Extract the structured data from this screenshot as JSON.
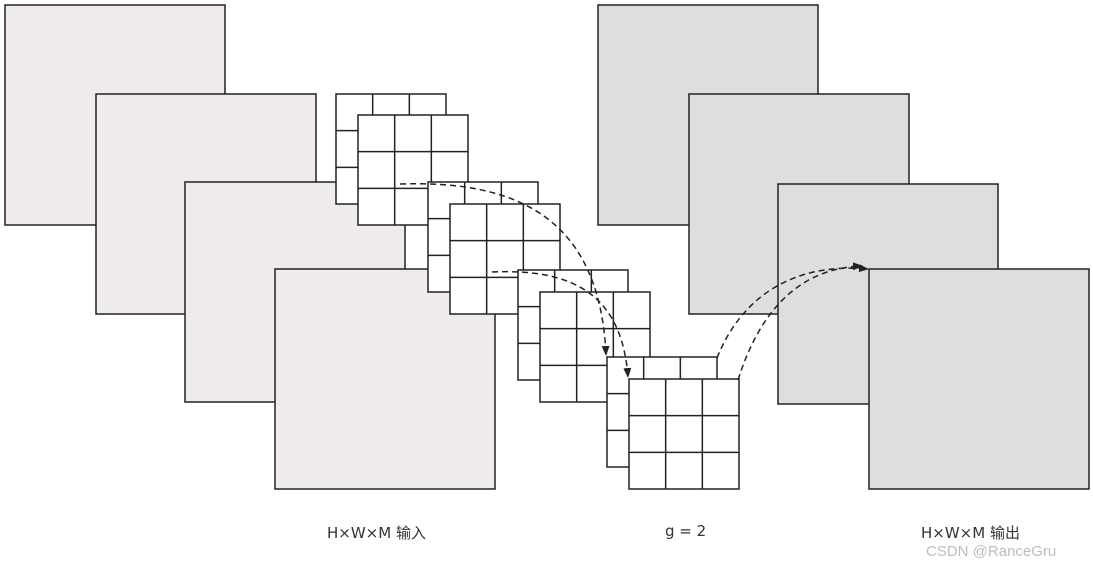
{
  "diagram": {
    "input_label": "H×W×M 输入",
    "group_label": "g = 2",
    "output_label": "H×W×M 输出",
    "watermark": "CSDN @RanceGru"
  },
  "colors": {
    "input_fill": "#efebea",
    "output_fill": "#dedede",
    "stroke": "#222222",
    "kernel_fill": "#ffffff"
  }
}
